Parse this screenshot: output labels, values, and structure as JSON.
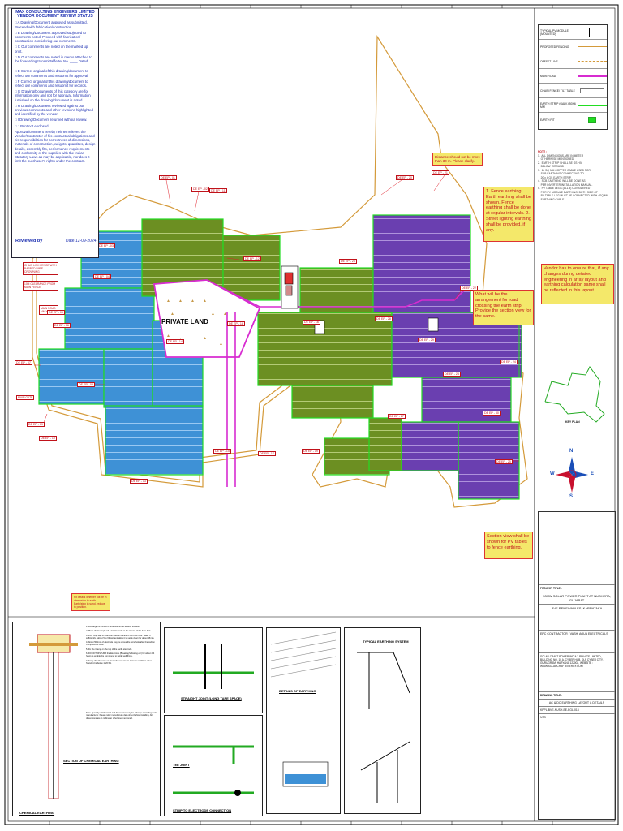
{
  "stamp": {
    "header_line1": "MAX CONSULTING ENGINEERS LIMITED",
    "header_line2": "VENDOR DOCUMENT REVIEW STATUS",
    "items": [
      "A Drawing/Document approved as submitted. Proceed with fabrication/construction.",
      "B Drawing/Document approved subjected to comments noted. Proceed with fabrication/ construction considering our comments.",
      "C Our comments are noted on the marked up print.",
      "D Our comments are noted in memo attached to the forwarding transmittal/letter No. ____ Dated ____",
      "E Correct original of this drawing/document to reflect our comments and resubmit for approval.",
      "F Correct original of this drawing/document to reflect our comments and resubmit for records.",
      "G Drawing/Documents of this category are for information only and not for approval. Information furnished on the drawing/document is noted.",
      "H Drawing/Document reviewed against our previous comments and other revisions highlighted and identified by the vendor.",
      "I Drawing/Document returned without review.",
      "J Print not enclosed."
    ],
    "disclaimer": "Approval/comment hereby neither relieves the Vendor/Contractor of his contractual obligations and his responsibilities for correctness of dimensions, materials of construction, weights, quantities, design details, assembly fits, performance requirements and conformity of the supplies with the Indian Statutory Laws as may be applicable, nor does it limit the purchaser's rights under the contract.",
    "reviewed_by": "Reviewed by",
    "date_label": "Date",
    "date_value": "12-09-2024"
  },
  "legend": {
    "rows": [
      {
        "label": "TYPICAL PV MODULE (MOUNTED)",
        "symbol": "module"
      },
      {
        "label": "PROPOSED FENCING",
        "symbol": "fence"
      },
      {
        "label": "OFFSET LINE",
        "symbol": "offset"
      },
      {
        "label": "MAIN ROAD",
        "symbol": "road"
      },
      {
        "label": "CHAIN FENCE/ TILT TABLE",
        "symbol": "table"
      },
      {
        "label": "EARTH STRIP (GALV.) 50X6 MM",
        "symbol": "strip"
      },
      {
        "label": "EARTH PIT",
        "symbol": "pit"
      }
    ]
  },
  "notes": {
    "title": "NOTE :",
    "lines": [
      "1.  ALL DIMENSIONS ARE IN METER",
      "    OTHERWISE MENTIONED.",
      "2.  EARTH STRIP SHALL BE GS HIV",
      "    BELOW  GROUND",
      "3.  16 SQ MM COPPER CABLE USED FOR",
      "    SCB EARTHING CONNECTING TO",
      "    20 x 4 GS EARTH STRIP.",
      "4.  SCB EARTHING WILL BE DONE AS",
      "    PER INVERTER INSTALLATION MANUAL.",
      "5.  PV TABLE LEGS (ALL 3) CONSIDERED",
      "    FOR PV MODULE EARTHING. BOTH SIDE OF",
      "    PV TABLE LEG MUST BE CONNECTED WITH 4SQ MM",
      "    EARTHING CABLE."
    ]
  },
  "comments": {
    "c1": "Distance should not be more than 30 m. Please clarify.",
    "c2": "1. Fence earthing: Earth earthing shall be shown. Fence earthing shall be done at regular intervals. 2. Street lighting earthing shall be provided, if any.",
    "c3": "Vendor has to ensure that, if any changes during detailed engineering in array layout and earthing calculation same shall be reflected in this layout.",
    "c4": "What will be the arrangement for road crossing the earth strip. Provide the section view for the same.",
    "c5": "Section view shall be shown for PV tables to fence earthing.",
    "c6": "Pit details whether not be in dimension to earth. Earth/strip in sand, reduce to position."
  },
  "site_labels": {
    "private_land": "PRIVATE LAND",
    "chain_link": "CHAIN LINK FENCE WITH BARBED WIRE CROWNING",
    "clearance": "10M CLEARANCE FROM MAIN FENCE",
    "main_road": "MAIN ROAD (4M WIDE)",
    "main_gate": "MAIN GATE"
  },
  "pit_labels": [
    "DE EP - 01",
    "DE EP - 02",
    "DE EP - 03",
    "DE EP - 04",
    "DE EP - 05",
    "DE EP - 06",
    "DE EP - 07",
    "DE EP - 08",
    "DE EP - 09",
    "DE EP - 10",
    "DE EP - 11",
    "DE EP - 12",
    "DE EP - 13",
    "DE EP - 14",
    "DE EP - 15",
    "DE EP - 16",
    "DE EP - 17",
    "DE EP - 18",
    "DE EP - 19",
    "DE EP - 20",
    "DE EP - 21",
    "DE EP - 22",
    "DE EP - 23",
    "DE EP - 24",
    "DE EP - 25",
    "DE EP - 26",
    "DE EP - 27",
    "DE EP - 28",
    "DE EP - 29",
    "DE EP - 30"
  ],
  "key_plan": "KEY PLAN",
  "compass": {
    "n": "N",
    "s": "S",
    "e": "E",
    "w": "W"
  },
  "sections": {
    "chemical_earthing": "CHEMICAL EARTHING",
    "section_chemical": "SECTION OF CHEMICAL EARTHING",
    "straight_joint": "STRAIGHT JOINT (LONG TAPE SPACE)",
    "tee_joint": "TEE JOINT",
    "strip_electrode": "STRIP TO ELECTRODE CONNECTION",
    "typical_earth": "TYPICAL EARTHING SYSTEM",
    "details": "DETAILS OF EARTHING"
  },
  "chem_notes": [
    "Drill/auger a Ø150mm bore hole at the desired location.",
    "Place the Example 17.2 GI Electrode in the Center of the bore hole.",
    "Pour Intig bag of Example Carbon backfill in the bore hole. Water it sufficiently. (about 5 to 6litres) and allow it to settle down for about 15min.",
    "About 500mm of electrode may be above the bore hole after the carbon Compound is filled.",
    "Fix the Clamp on the top of the earth electrode.",
    "DO NOT DISTURB the Electrode (Breaking/Vibrating etc) for about 2-4 hours to enable the compound to settle well firmly.",
    "If any disturbances on electrode may create increase in Ohms value. Standard is below 1Ω/0.5Ω."
  ],
  "chem_note_extra": "Note: Quantity of Chemical and dimensions may be Change according to the manufacturer. Please refer manufacture data sheet before installing. All dimensions are in millimeter otherwise mentioned.",
  "title_block": {
    "project_title": "PROJECT TITLE :",
    "project_name": "30MW SOLAR POWER PLANT AT NUSHERA, GUJARAT",
    "client": "BVE RENEWABLES, KARNATAKA",
    "epc": "EPC CONTRACTOR : VASHI AQUA ELECTRICALS",
    "designer": "SOLAR CRAFT POWER INDIA 2 PRIVATE LIMITED, BUILDING NO. 10 A, CYBER HUB, DLF CYBER CITY, GURUGRAM, HARYANA 122002, WEBSITE : WWW.SOLARCRAFTENERGY.COM",
    "drawing_title": "DRAWING TITLE :",
    "drawing_name": "AC & DC EARTHING LAYOUT & DETAILS",
    "drawing_no": "KPPL-BVE-NUSH-EE-EGL-013",
    "scale": "NTS"
  },
  "colors": {
    "blue_block": "#3e91d6",
    "green_block": "#6c8f22",
    "purple_block": "#6a3fb0",
    "earth_strip": "#22dd22",
    "fence": "#d49a3a",
    "road": "#d72bd0",
    "comment_bg": "#f4e86a",
    "comment_text": "#c0121a"
  }
}
